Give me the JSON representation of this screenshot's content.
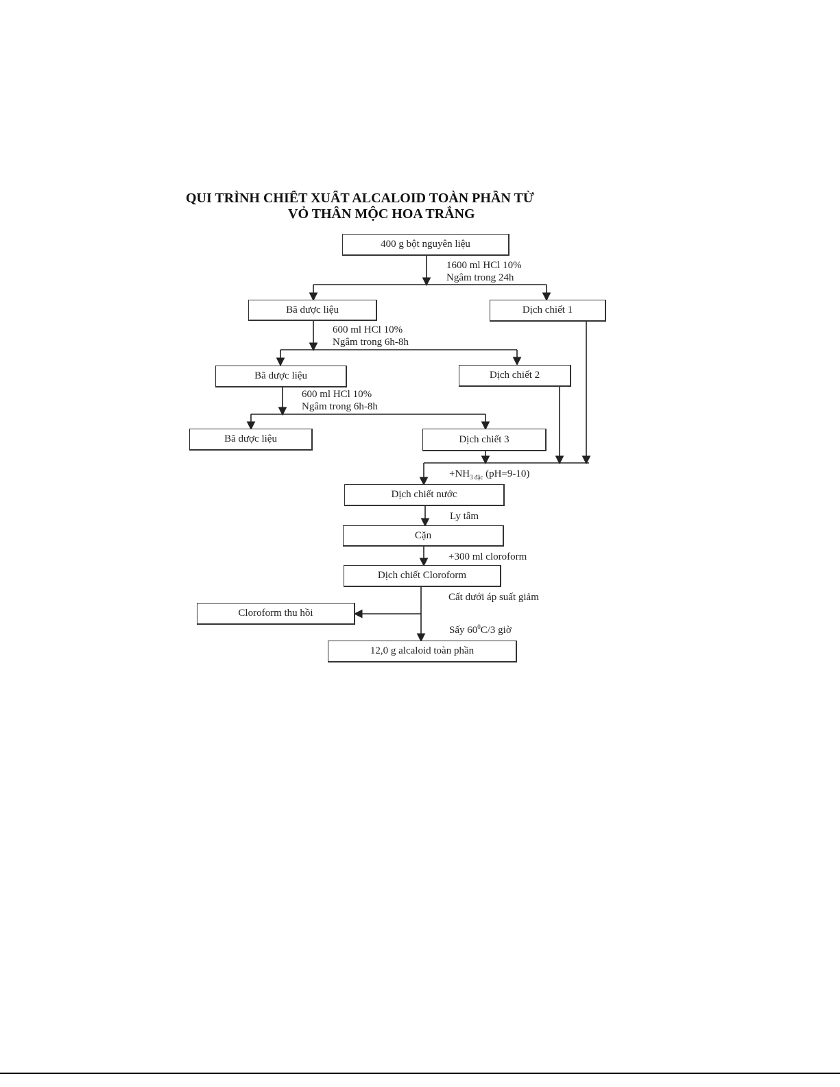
{
  "title": {
    "line1": "QUI TRÌNH CHIẾT XUẤT ALCALOID TOÀN PHẦN TỪ",
    "line2": "VỎ THÂN MỘC HOA TRẮNG"
  },
  "boxes": {
    "start": "400 g bột nguyên liệu",
    "residue1": "Bã dược liệu",
    "extract1": "Dịch chiết 1",
    "residue2": "Bã dược liệu",
    "extract2": "Dịch chiết 2",
    "residue3": "Bã dược liệu",
    "extract3": "Dịch chiết 3",
    "water_extract": "Dịch chiết nước",
    "sediment": "Cặn",
    "chloroform_extract": "Dịch chiết Cloroform",
    "chloroform_recovered": "Cloroform thu hồi",
    "product": "12,0 g alcaloid toàn phần"
  },
  "steps": {
    "s1a": "1600 ml HCl 10%",
    "s1b": "Ngâm trong 24h",
    "s2a": "600 ml HCl 10%",
    "s2b": "Ngâm trong 6h-8h",
    "s3a": "600 ml HCl 10%",
    "s3b": "Ngâm trong 6h-8h",
    "ammonia_pre": "+NH",
    "ammonia_sub": "3 đặc",
    "ammonia_post": " (pH=9-10)",
    "centrifuge": "Ly tâm",
    "add_chloroform": "+300 ml cloroform",
    "distill": "Cất dưới áp suất giảm",
    "dry_pre": "Sấy 60",
    "dry_sup": "0",
    "dry_post": "C/3 giờ"
  }
}
